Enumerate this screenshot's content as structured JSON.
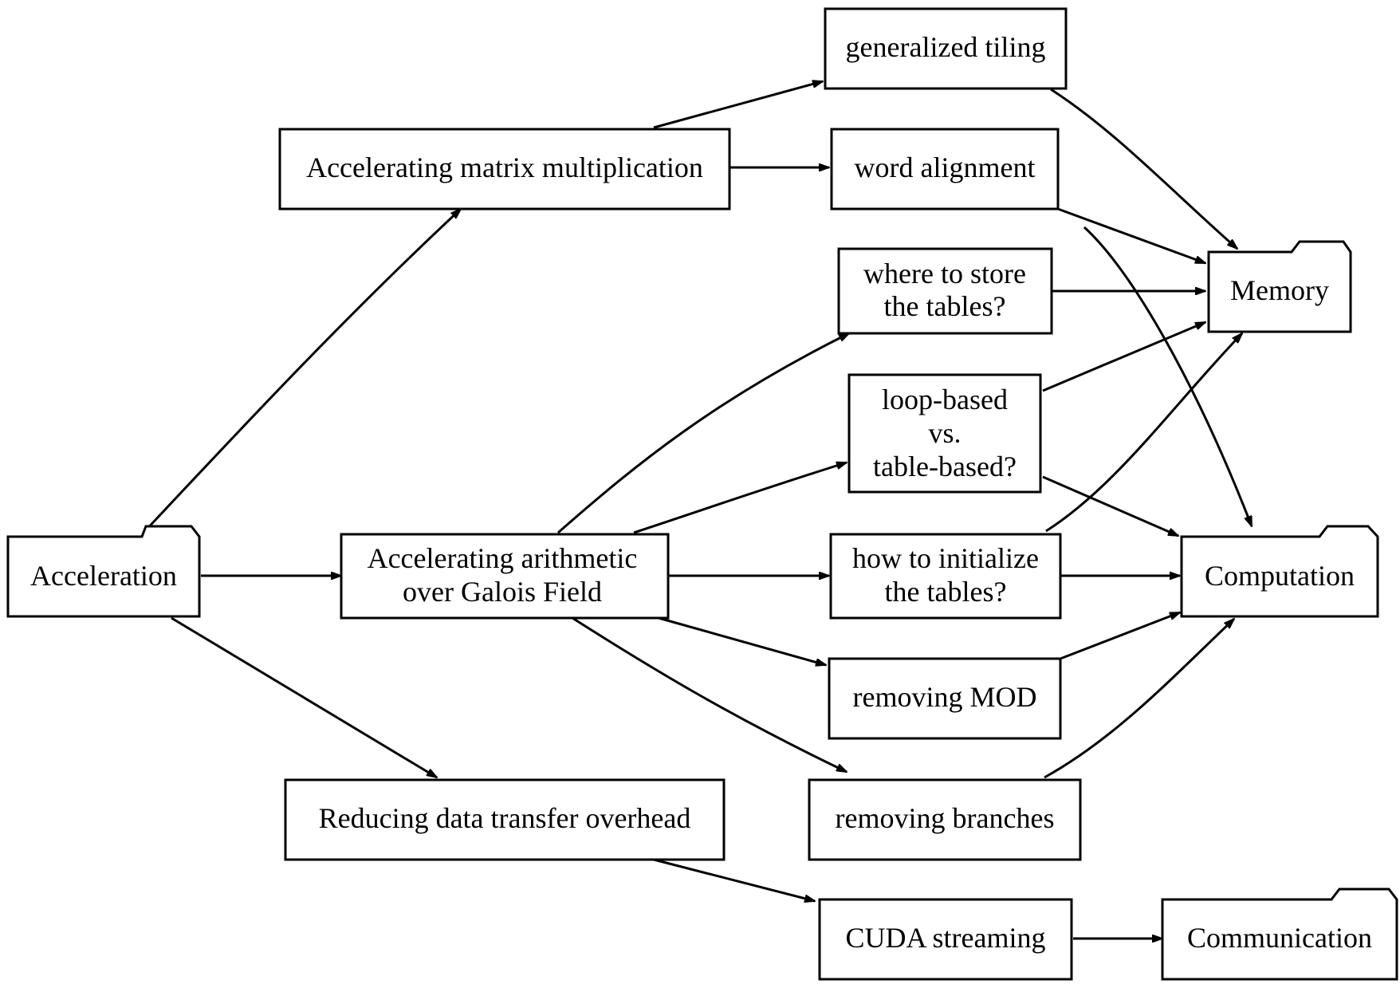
{
  "nodes": {
    "acceleration": "Acceleration",
    "matrix": "Accelerating matrix multiplication",
    "galois": [
      "Accelerating arithmetic",
      "over Galois Field"
    ],
    "transfer": "Reducing data transfer overhead",
    "tiling": "generalized tiling",
    "word": "word alignment",
    "store": [
      "where to store",
      "the tables?"
    ],
    "loop": [
      "loop-based",
      "vs.",
      "table-based?"
    ],
    "init": [
      "how to initialize",
      "the tables?"
    ],
    "mod": "removing MOD",
    "branches": "removing branches",
    "cuda": "CUDA streaming",
    "memory": "Memory",
    "computation": "Computation",
    "communication": "Communication"
  },
  "node_shapes": {
    "acceleration": "folder",
    "memory": "folder",
    "computation": "folder",
    "communication": "folder"
  },
  "edges": [
    [
      "acceleration",
      "matrix"
    ],
    [
      "acceleration",
      "galois"
    ],
    [
      "acceleration",
      "transfer"
    ],
    [
      "matrix",
      "tiling"
    ],
    [
      "matrix",
      "word"
    ],
    [
      "galois",
      "store"
    ],
    [
      "galois",
      "loop"
    ],
    [
      "galois",
      "init"
    ],
    [
      "galois",
      "mod"
    ],
    [
      "galois",
      "branches"
    ],
    [
      "transfer",
      "cuda"
    ],
    [
      "tiling",
      "memory"
    ],
    [
      "word",
      "memory"
    ],
    [
      "word",
      "computation"
    ],
    [
      "store",
      "memory"
    ],
    [
      "loop",
      "memory"
    ],
    [
      "loop",
      "computation"
    ],
    [
      "init",
      "memory"
    ],
    [
      "init",
      "computation"
    ],
    [
      "mod",
      "computation"
    ],
    [
      "branches",
      "computation"
    ],
    [
      "cuda",
      "communication"
    ]
  ]
}
